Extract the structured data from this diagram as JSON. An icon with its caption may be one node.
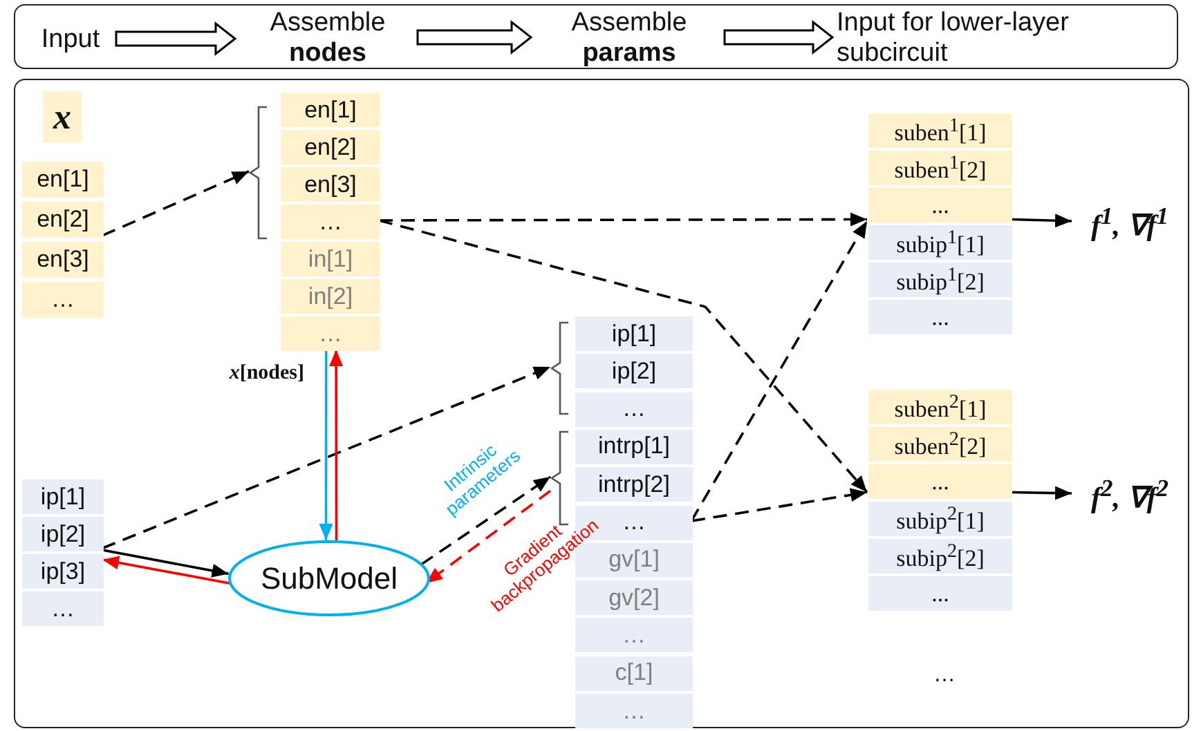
{
  "diagram": {
    "nodes": [
      {
        "text": [],
        "shape": "box"
      },
      {
        "text": [
          "Input"
        ],
        "in": 0
      },
      {
        "text": [
          "Assemble **nodes**"
        ],
        "in": 0
      },
      {
        "text": [
          "Assemble **params**"
        ],
        "in": 0
      },
      {
        "text": [
          "Input for lower-layer subcircuit"
        ],
        "in": 0
      },
      {
        "text": [],
        "shape": "box"
      },
      {
        "text": [
          "x"
        ],
        "in": 5
      },
      {
        "text": [
          "en[1]"
        ],
        "in": 5
      },
      {
        "text": [
          "en[2]"
        ],
        "in": 5
      },
      {
        "text": [
          "en[3]"
        ],
        "in": 5
      },
      {
        "text": [
          "…"
        ],
        "in": 5
      },
      {
        "text": [
          "en[1]"
        ],
        "in": 5
      },
      {
        "text": [
          "en[2]"
        ],
        "in": 5
      },
      {
        "text": [
          "en[3]"
        ],
        "in": 5
      },
      {
        "text": [
          "…"
        ],
        "in": 5
      },
      {
        "text": [
          "in[1]"
        ],
        "in": 5
      },
      {
        "text": [
          "in[2]"
        ],
        "in": 5
      },
      {
        "text": [
          "…"
        ],
        "in": 5
      },
      {
        "text": [],
        "shape": "bracket",
        "in": 5
      },
      {
        "text": [
          "ip[1]"
        ],
        "in": 5
      },
      {
        "text": [
          "ip[2]"
        ],
        "in": 5
      },
      {
        "text": [
          "ip[3]"
        ],
        "in": 5
      },
      {
        "text": [
          "…"
        ],
        "in": 5
      },
      {
        "text": [
          "SubModel"
        ],
        "in": 5
      },
      {
        "text": [],
        "shape": "bracket",
        "in": 5
      },
      {
        "text": [],
        "shape": "bracket",
        "in": 5
      },
      {
        "text": [
          "ip[1]"
        ],
        "in": 5
      },
      {
        "text": [
          "ip[2]"
        ],
        "in": 5
      },
      {
        "text": [
          "…"
        ],
        "in": 5
      },
      {
        "text": [
          "intrp[1]"
        ],
        "in": 5
      },
      {
        "text": [
          "intrp[2]"
        ],
        "in": 5
      },
      {
        "text": [
          "…"
        ],
        "in": 5
      },
      {
        "text": [
          "gv[1]"
        ],
        "in": 5
      },
      {
        "text": [
          "gv[2]"
        ],
        "in": 5
      },
      {
        "text": [
          "…"
        ],
        "in": 5
      },
      {
        "text": [
          "c[1]"
        ],
        "in": 5
      },
      {
        "text": [
          "…"
        ],
        "in": 5
      },
      {
        "text": [
          "suben$^{1}$[1]"
        ],
        "in": 5
      },
      {
        "text": [
          "suben$^{1}$[2]"
        ],
        "in": 5
      },
      {
        "text": [
          "..."
        ],
        "in": 5
      },
      {
        "text": [
          "subip$^{1}$[1]"
        ],
        "in": 5
      },
      {
        "text": [
          "subip$^{1}$[2]"
        ],
        "in": 5
      },
      {
        "text": [
          "..."
        ],
        "in": 5
      },
      {
        "text": [
          "suben$^{2}$[1]"
        ],
        "in": 5
      },
      {
        "text": [
          "suben$^{2}$[2]"
        ],
        "in": 5
      },
      {
        "text": [
          "..."
        ],
        "in": 5
      },
      {
        "text": [
          "subip$^{2}$[1]"
        ],
        "in": 5
      },
      {
        "text": [
          "subip$^{2}$[2]"
        ],
        "in": 5
      },
      {
        "text": [
          "..."
        ],
        "in": 5
      },
      {
        "text": [
          "f$^{1}$, ∇f$^{1}$"
        ],
        "in": 5
      },
      {
        "text": [
          "f$^{2}$, ∇f$^{2}$"
        ],
        "in": 5
      }
    ],
    "edges": [
      {
        "from": 1,
        "to": 2,
        "arrow": "to"
      },
      {
        "from": 2,
        "to": 3,
        "arrow": "to"
      },
      {
        "from": 3,
        "to": 4,
        "arrow": "to"
      },
      {
        "from": 8,
        "to": 18,
        "arrow": "to",
        "style": "dashed"
      },
      {
        "from": 14,
        "to": 39,
        "arrow": "to",
        "style": "dashed"
      },
      {
        "from": 14,
        "to": 45,
        "arrow": "to",
        "style": "dashed"
      },
      {
        "from": 20,
        "to": 24,
        "arrow": "to",
        "style": "dashed"
      },
      {
        "from": 20,
        "to": 23,
        "arrow": "to"
      },
      {
        "from": 23,
        "to": 21,
        "arrow": "to",
        "color": "#ff0000"
      },
      {
        "from": 17,
        "to": 23,
        "arrow": "to",
        "color": "#00b0f0",
        "label": "*x*[nodes]"
      },
      {
        "from": 23,
        "to": 17,
        "arrow": "to",
        "color": "#ff0000"
      },
      {
        "from": 23,
        "to": 25,
        "arrow": "to",
        "style": "dashed",
        "label": "Intrinsic parameters"
      },
      {
        "from": 25,
        "to": 23,
        "arrow": "to",
        "style": "dashed",
        "color": "#ff0000",
        "label": "Gradient backpropagation"
      },
      {
        "from": 31,
        "to": 39,
        "arrow": "to",
        "style": "dashed"
      },
      {
        "from": 31,
        "to": 45,
        "arrow": "to",
        "style": "dashed"
      },
      {
        "from": 39,
        "to": 49,
        "arrow": "to"
      },
      {
        "from": 45,
        "to": 50,
        "arrow": "to"
      }
    ],
    "labels": [
      "…"
    ]
  }
}
